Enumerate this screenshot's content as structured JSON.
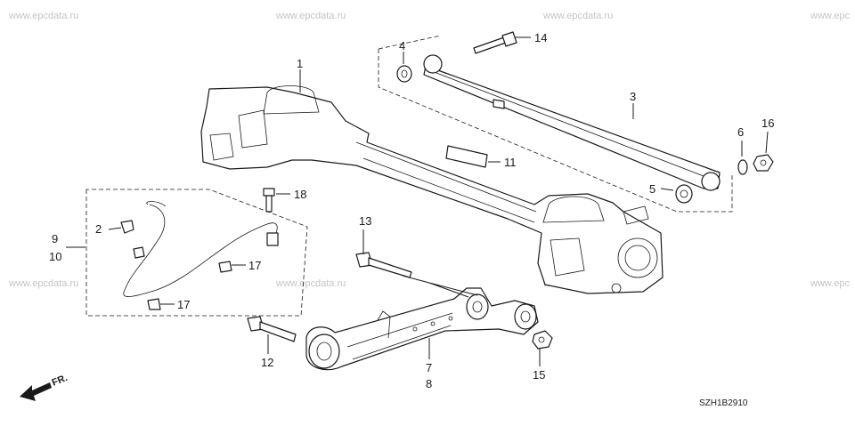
{
  "watermark": "www.epcdata.ru",
  "watermark_partial": "www.epc",
  "callouts": {
    "c1": "1",
    "c2": "2",
    "c3": "3",
    "c4": "4",
    "c5": "5",
    "c6": "6",
    "c7": "7",
    "c8": "8",
    "c9": "9",
    "c10": "10",
    "c11": "11",
    "c12": "12",
    "c13": "13",
    "c14": "14",
    "c15": "15",
    "c16": "16",
    "c17a": "17",
    "c17b": "17",
    "c18": "18"
  },
  "diagram_code": "SZH1B2910",
  "direction_label": "FR."
}
